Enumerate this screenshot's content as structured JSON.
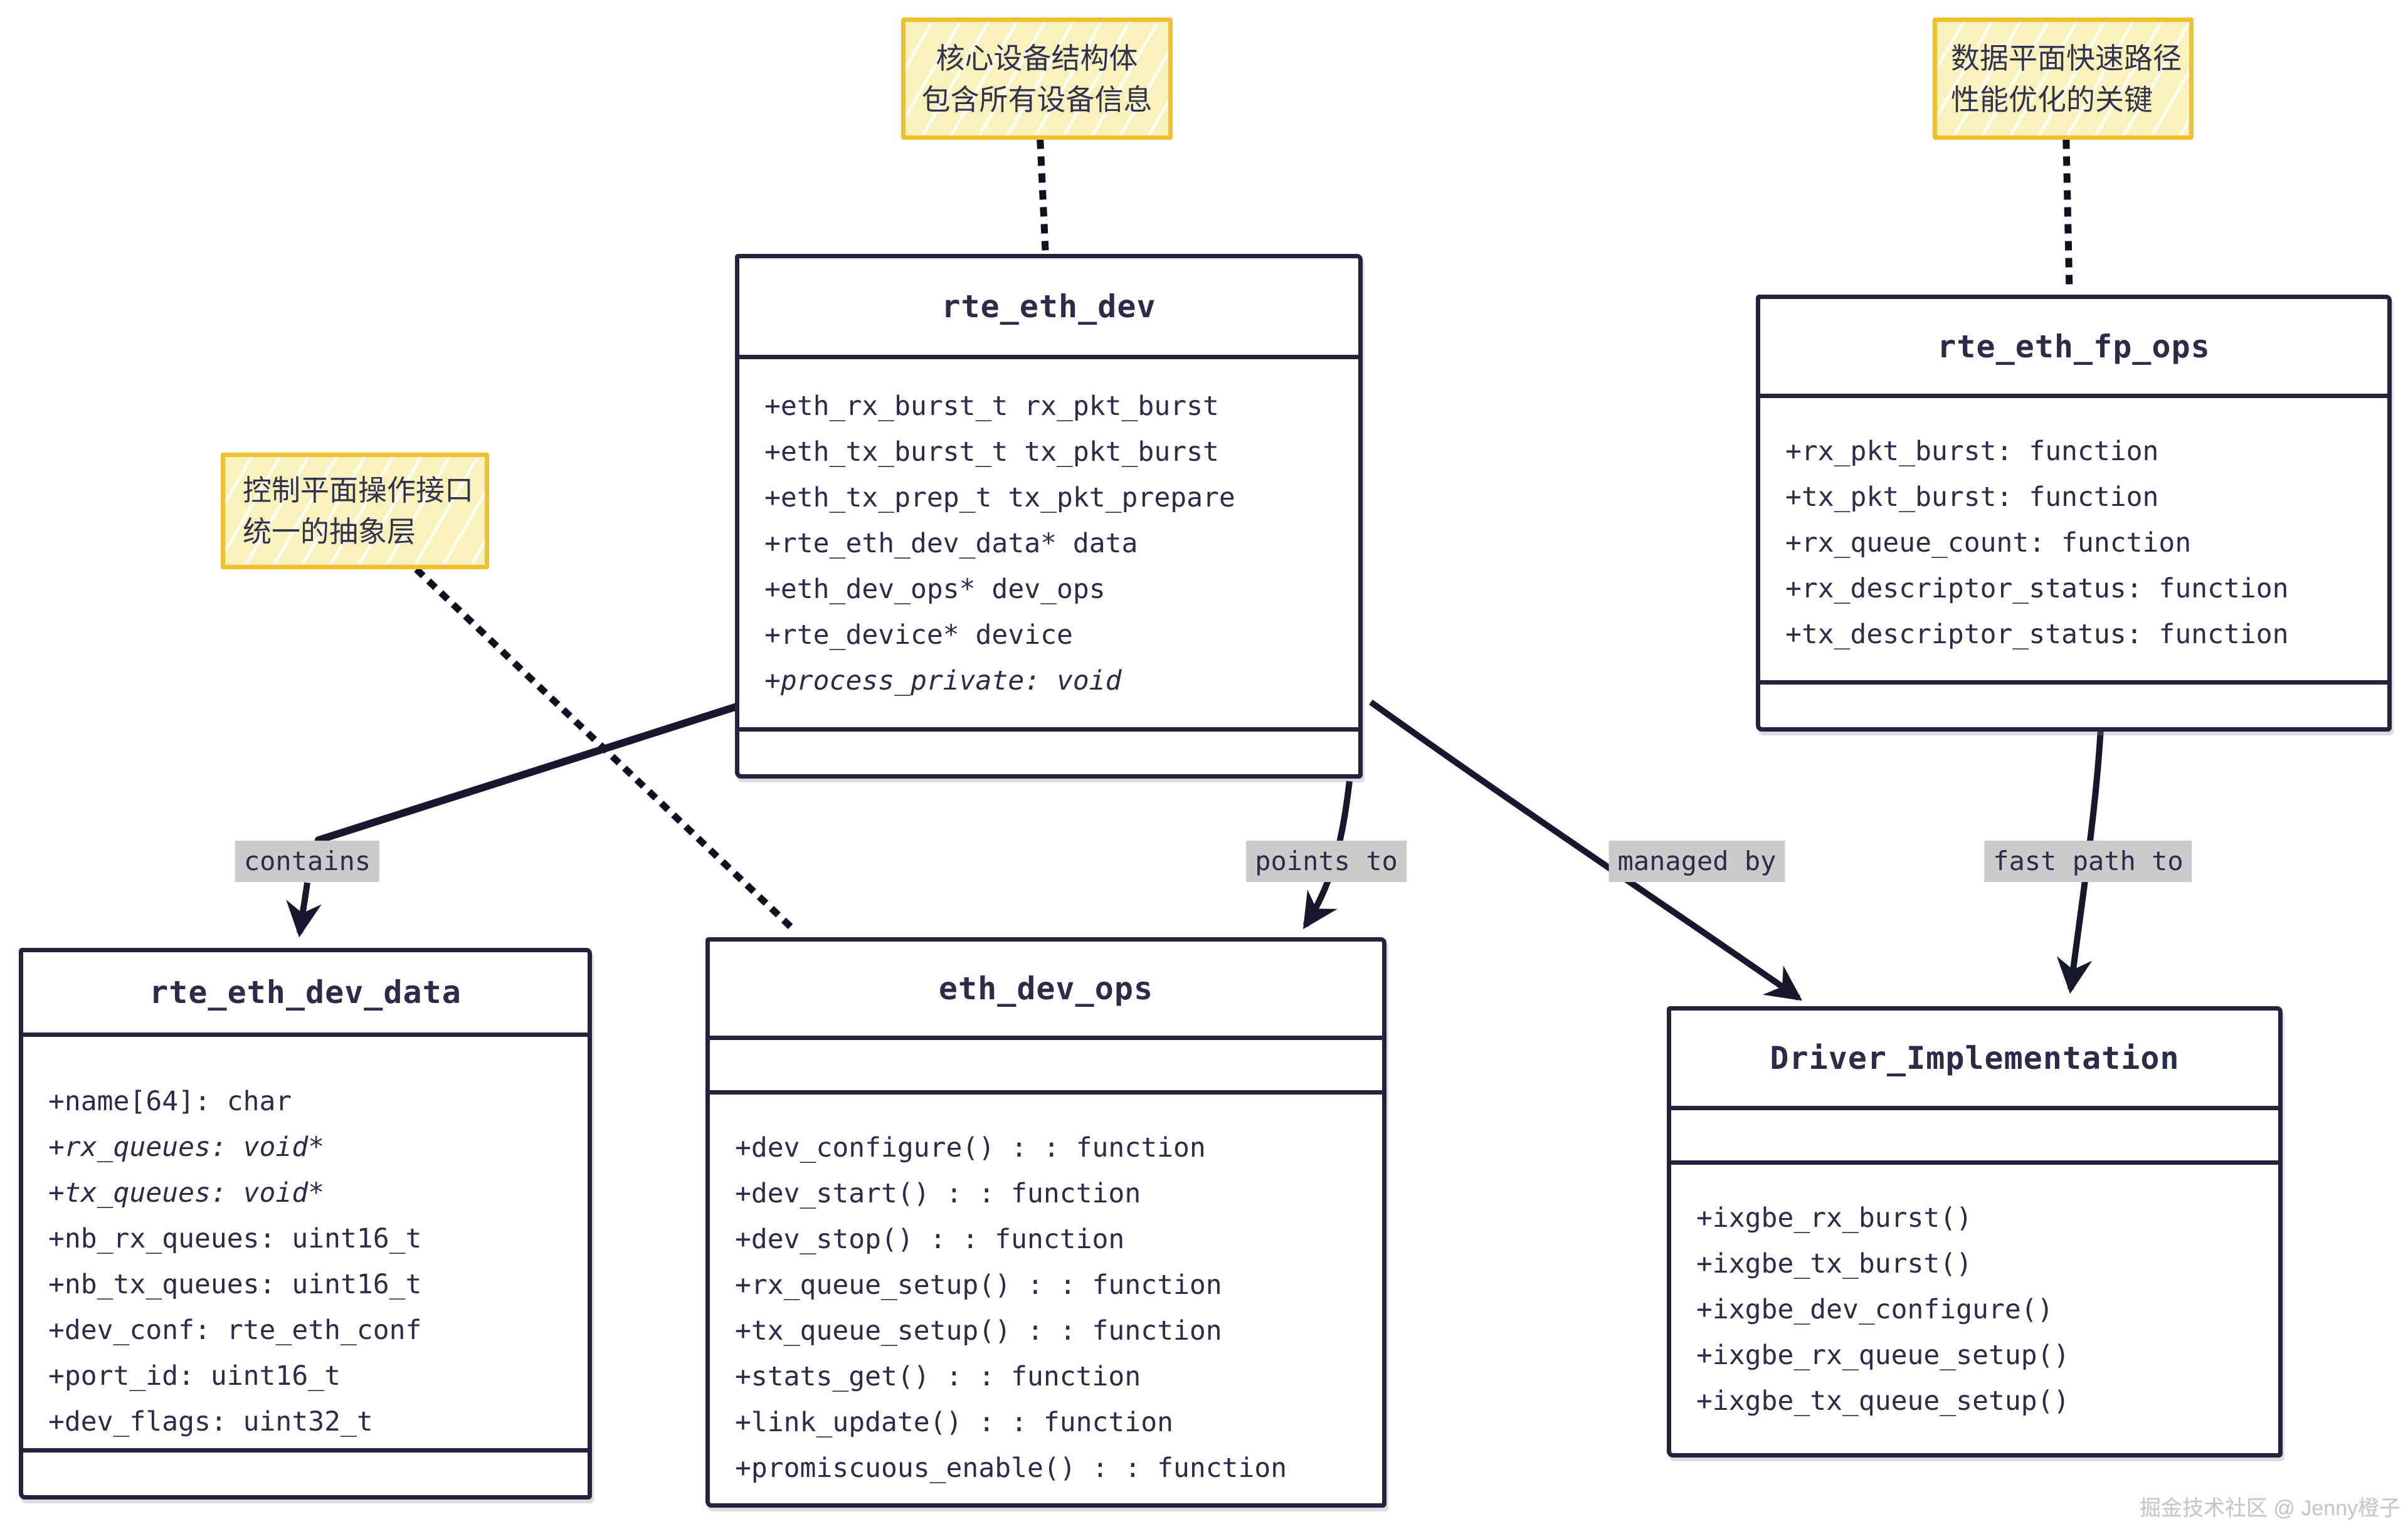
{
  "notes": {
    "top": {
      "lines": [
        "核心设备结构体",
        "包含所有设备信息"
      ]
    },
    "left": {
      "lines": [
        "控制平面操作接口",
        "统一的抽象层"
      ]
    },
    "right": {
      "lines": [
        "数据平面快速路径",
        "性能优化的关键"
      ]
    }
  },
  "classes": {
    "rte_eth_dev": {
      "title": "rte_eth_dev",
      "attributes": [
        {
          "text": "+eth_rx_burst_t rx_pkt_burst"
        },
        {
          "text": "+eth_tx_burst_t tx_pkt_burst"
        },
        {
          "text": "+eth_tx_prep_t tx_pkt_prepare"
        },
        {
          "text": "+rte_eth_dev_data* data"
        },
        {
          "text": "+eth_dev_ops* dev_ops"
        },
        {
          "text": "+rte_device* device"
        },
        {
          "text": "+process_private: void",
          "italic": true
        }
      ]
    },
    "rte_eth_fp_ops": {
      "title": "rte_eth_fp_ops",
      "attributes": [
        {
          "text": "+rx_pkt_burst: function"
        },
        {
          "text": "+tx_pkt_burst: function"
        },
        {
          "text": "+rx_queue_count: function"
        },
        {
          "text": "+rx_descriptor_status: function"
        },
        {
          "text": "+tx_descriptor_status: function"
        }
      ]
    },
    "rte_eth_dev_data": {
      "title": "rte_eth_dev_data",
      "attributes": [
        {
          "text": "+name[64]: char"
        },
        {
          "text": "+rx_queues: void*",
          "italic": true
        },
        {
          "text": "+tx_queues: void*",
          "italic": true
        },
        {
          "text": "+nb_rx_queues: uint16_t"
        },
        {
          "text": "+nb_tx_queues: uint16_t"
        },
        {
          "text": "+dev_conf: rte_eth_conf"
        },
        {
          "text": "+port_id: uint16_t"
        },
        {
          "text": "+dev_flags: uint32_t"
        }
      ]
    },
    "eth_dev_ops": {
      "title": "eth_dev_ops",
      "methods": [
        {
          "text": "+dev_configure() : : function"
        },
        {
          "text": "+dev_start() : : function"
        },
        {
          "text": "+dev_stop() : : function"
        },
        {
          "text": "+rx_queue_setup() : : function"
        },
        {
          "text": "+tx_queue_setup() : : function"
        },
        {
          "text": "+stats_get() : : function"
        },
        {
          "text": "+link_update() : : function"
        },
        {
          "text": "+promiscuous_enable() : : function"
        }
      ]
    },
    "Driver_Implementation": {
      "title": "Driver_Implementation",
      "methods": [
        {
          "text": "+ixgbe_rx_burst()"
        },
        {
          "text": "+ixgbe_tx_burst()"
        },
        {
          "text": "+ixgbe_dev_configure()"
        },
        {
          "text": "+ixgbe_rx_queue_setup()"
        },
        {
          "text": "+ixgbe_tx_queue_setup()"
        }
      ]
    }
  },
  "edges": {
    "contains": "contains",
    "points_to": "points to",
    "managed_by": "managed by",
    "fast_path_to": "fast path to"
  },
  "watermark": "掘金技术社区 @ Jenny橙子",
  "colors": {
    "ink": "#23233d",
    "text": "#2b2b4a",
    "note_border": "#f0c12d",
    "note_fill": "#f9f2bd",
    "label_bg": "#cbcbcb"
  }
}
